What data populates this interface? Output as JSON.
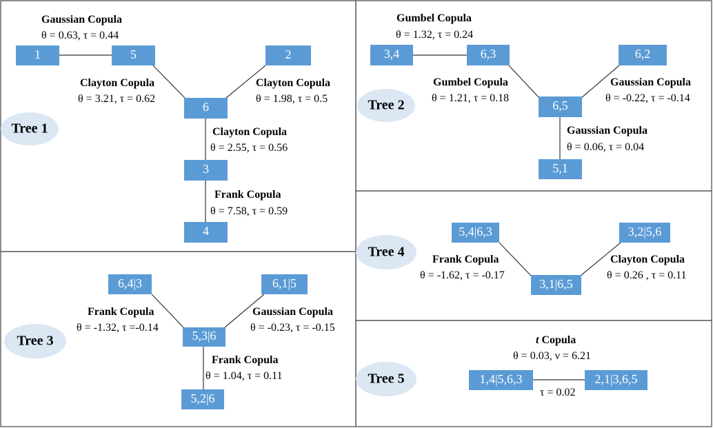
{
  "colors": {
    "node_fill": "#5b9bd5",
    "tree_ellipse": "#dbe7f3",
    "text": "#000000"
  },
  "tree1": {
    "label": "Tree 1",
    "nodes": [
      "1",
      "5",
      "6",
      "2",
      "3",
      "4"
    ],
    "copulas": [
      {
        "name": "Gaussian Copula",
        "params": "θ = 0.63, τ = 0.44"
      },
      {
        "name": "Clayton Copula",
        "params": "θ = 3.21, τ = 0.62"
      },
      {
        "name": "Clayton Copula",
        "params": "θ = 1.98, τ = 0.5"
      },
      {
        "name": "Clayton Copula",
        "params": "θ = 2.55, τ = 0.56"
      },
      {
        "name": "Frank Copula",
        "params": "θ = 7.58, τ = 0.59"
      }
    ]
  },
  "tree2": {
    "label": "Tree 2",
    "nodes": [
      "3,4",
      "6,3",
      "6,2",
      "6,5",
      "5,1"
    ],
    "copulas": [
      {
        "name": "Gumbel Copula",
        "params": "θ = 1.32, τ = 0.24"
      },
      {
        "name": "Gumbel Copula",
        "params": "θ = 1.21, τ = 0.18"
      },
      {
        "name": "Gaussian Copula",
        "params": "θ = -0.22, τ = -0.14"
      },
      {
        "name": "Gaussian Copula",
        "params": "θ = 0.06, τ = 0.04"
      }
    ]
  },
  "tree3": {
    "label": "Tree 3",
    "nodes": [
      "6,4|3",
      "6,1|5",
      "5,3|6",
      "5,2|6"
    ],
    "copulas": [
      {
        "name": "Frank Copula",
        "params": "θ = -1.32, τ =-0.14"
      },
      {
        "name": "Gaussian Copula",
        "params": "θ = -0.23, τ = -0.15"
      },
      {
        "name": "Frank Copula",
        "params": "θ = 1.04, τ = 0.11"
      }
    ]
  },
  "tree4": {
    "label": "Tree 4",
    "nodes": [
      "5,4|6,3",
      "3,2|5,6",
      "3,1|6,5"
    ],
    "copulas": [
      {
        "name": "Frank Copula",
        "params": "θ = -1.62, τ = -0.17"
      },
      {
        "name": "Clayton Copula",
        "params": "θ = 0.26 , τ = 0.11"
      }
    ]
  },
  "tree5": {
    "label": "Tree 5",
    "nodes": [
      "1,4|5,6,3",
      "2,1|3,6,5"
    ],
    "copula": {
      "name_prefix": "t",
      "name_rest": " Copula",
      "params": "θ = 0.03, ν = 6.21",
      "tau": "τ = 0.02"
    }
  }
}
